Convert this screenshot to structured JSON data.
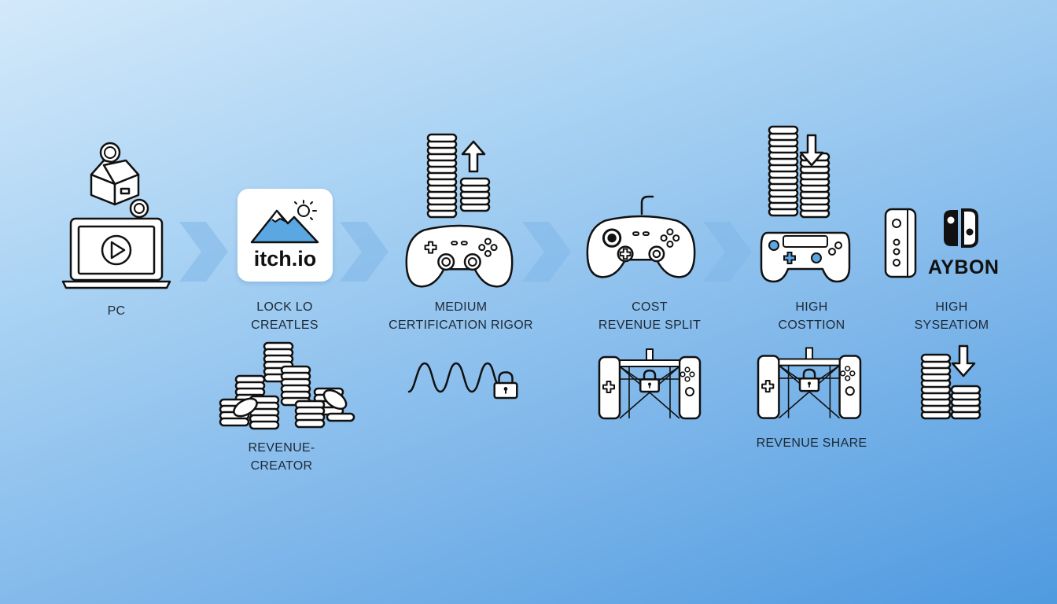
{
  "stages": [
    {
      "id": "pc",
      "label_lines": [
        "PC"
      ]
    },
    {
      "id": "itch",
      "logo_text": "itch.io",
      "label_lines": [
        "LOCK LO",
        "CREATLES"
      ],
      "sub_label_lines": [
        "REVENUE-",
        "CREATOR"
      ]
    },
    {
      "id": "medium",
      "label_lines": [
        "MEDIUM",
        "CERTIFICATION RIGOR"
      ]
    },
    {
      "id": "cost",
      "label_lines": [
        "COST",
        "REVENUE SPLIT"
      ]
    },
    {
      "id": "high1",
      "label_lines": [
        "HIGH",
        "COSTTION"
      ],
      "sub_label_lines": [
        "REVENUE SHARE"
      ]
    },
    {
      "id": "high2",
      "brand_text": "AYBON",
      "label_lines": [
        "HIGH",
        "SYSEATIOM"
      ]
    }
  ],
  "colors": {
    "background_top": "#d3e9fa",
    "background_bottom": "#4f9ae0",
    "icon_stroke": "#111111",
    "icon_fill": "#ffffff",
    "arrow": "#7fb6e8",
    "mountain": "#5aa7e2"
  },
  "icons": [
    "laptop-icon",
    "package-icon",
    "coin-icon",
    "itch-logo-icon",
    "coin-stack-icon",
    "gamepad-icon",
    "arrow-up-icon",
    "arrow-down-icon",
    "waveform-icon",
    "padlock-icon",
    "locked-console-icon",
    "joycon-icon",
    "nintendo-switch-logo-icon"
  ]
}
